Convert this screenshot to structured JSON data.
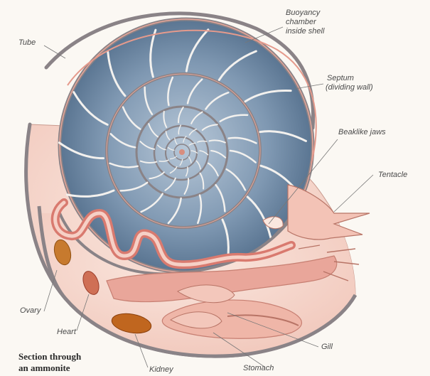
{
  "labels": {
    "tube": "Tube",
    "buoyancy_1": "Buoyancy",
    "buoyancy_2": "chamber",
    "buoyancy_3": "inside shell",
    "septum_1": "Septum",
    "septum_2": "(dividing wall)",
    "jaws": "Beaklike jaws",
    "tentacle": "Tentacle",
    "ovary": "Ovary",
    "heart": "Heart",
    "gill": "Gill",
    "kidney": "Kidney",
    "stomach": "Stomach"
  },
  "caption": {
    "line1": "Section through",
    "line2": "an ammonite"
  },
  "colors": {
    "shell_rim": "#8a8387",
    "chamber": "#8ea5bd",
    "chamber_dark": "#4e6a86",
    "septum": "#f3f1ee",
    "body_tissue": "#f6d6cc",
    "organ_pink": "#e9a69a",
    "organ_red": "#d8786c",
    "organ_orange": "#c77a2e"
  }
}
